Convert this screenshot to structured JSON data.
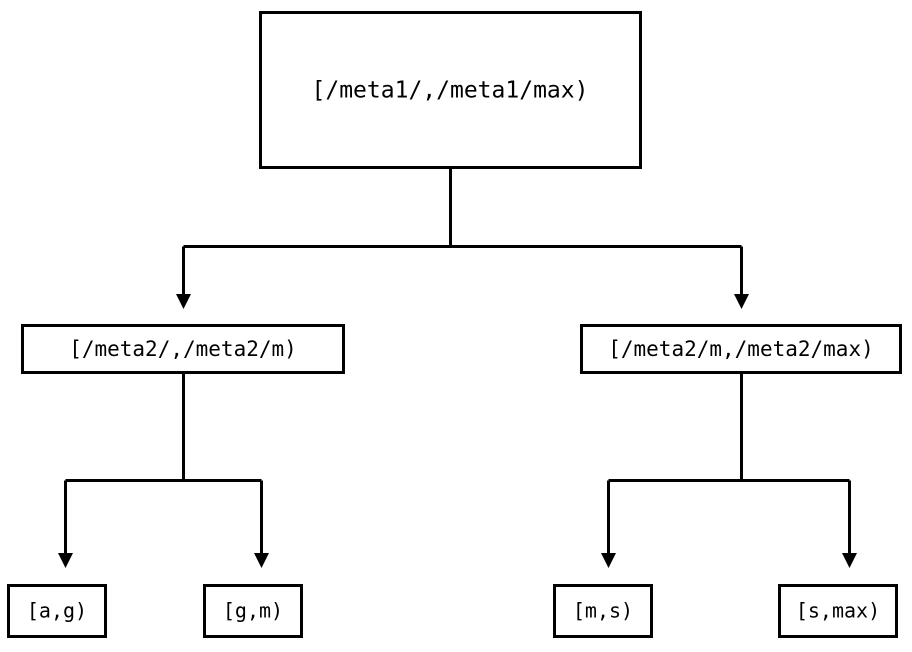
{
  "diagram": {
    "type": "tree",
    "title": "",
    "background_color": "#ffffff",
    "stroke_color": "#000000",
    "fill_color": "#ffffff",
    "nodes": {
      "root": {
        "label": "[/meta1/,/meta1/max)",
        "level": 0
      },
      "mid_left": {
        "label": "[/meta2/,/meta2/m)",
        "level": 1
      },
      "mid_right": {
        "label": "[/meta2/m,/meta2/max)",
        "level": 1
      },
      "leaf_1": {
        "label": "[a,g)",
        "level": 2
      },
      "leaf_2": {
        "label": "[g,m)",
        "level": 2
      },
      "leaf_3": {
        "label": "[m,s)",
        "level": 2
      },
      "leaf_4": {
        "label": "[s,max)",
        "level": 2
      }
    },
    "edges": [
      {
        "from": "root",
        "to": "mid_left",
        "arrow": "triangle-down"
      },
      {
        "from": "root",
        "to": "mid_right",
        "arrow": "triangle-down"
      },
      {
        "from": "mid_left",
        "to": "leaf_1",
        "arrow": "triangle-down"
      },
      {
        "from": "mid_left",
        "to": "leaf_2",
        "arrow": "triangle-down"
      },
      {
        "from": "mid_right",
        "to": "leaf_3",
        "arrow": "triangle-down"
      },
      {
        "from": "mid_right",
        "to": "leaf_4",
        "arrow": "triangle-down"
      }
    ]
  }
}
